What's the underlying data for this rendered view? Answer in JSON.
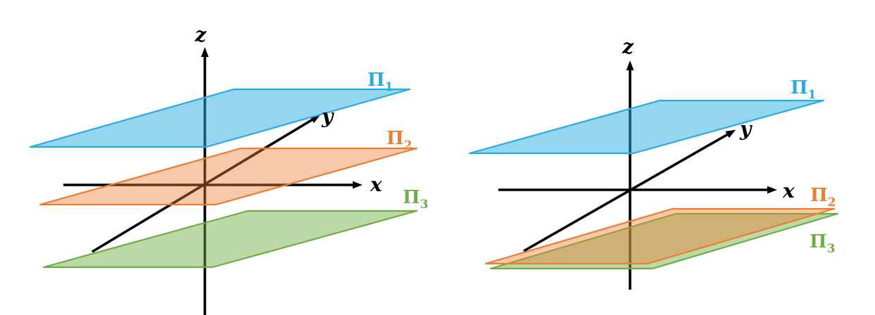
{
  "colors": {
    "plane1": "#29ABE2",
    "plane2": "#ED7D31",
    "plane3": "#70AD47",
    "axis": "#000000",
    "background": "#FFFFFF"
  },
  "panels": [
    {
      "axis_labels": {
        "x": "x",
        "y": "y",
        "z": "z"
      },
      "plane_labels": [
        {
          "pi": "Π",
          "sub": "1"
        },
        {
          "pi": "Π",
          "sub": "2"
        },
        {
          "pi": "Π",
          "sub": "3"
        }
      ]
    },
    {
      "axis_labels": {
        "x": "x",
        "y": "y",
        "z": "z"
      },
      "plane_labels": [
        {
          "pi": "Π",
          "sub": "1"
        },
        {
          "pi": "Π",
          "sub": "2"
        },
        {
          "pi": "Π",
          "sub": "3"
        }
      ]
    }
  ]
}
